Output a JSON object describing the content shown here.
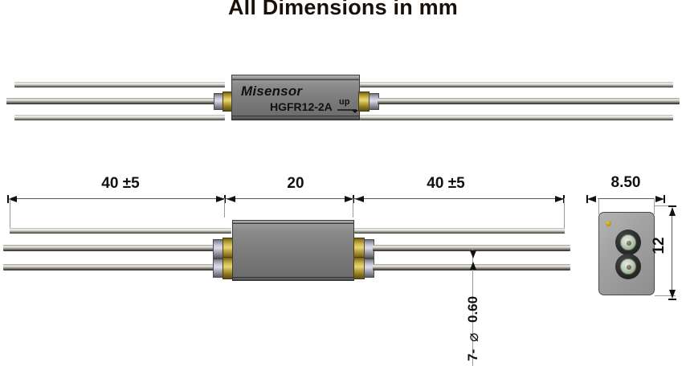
{
  "drawing": {
    "title": "All Dimensions in mm",
    "units": "mm"
  },
  "product": {
    "brand": "Misensor",
    "model": "HGFR12-2A",
    "orientation_marking": "up"
  },
  "views": {
    "isometric": {
      "name": "isometric-view",
      "brand_label": "Misensor",
      "model_label": "HGFR12-2A",
      "up_label": "up"
    },
    "plan": {
      "name": "plan-view"
    },
    "end": {
      "name": "end-view"
    }
  },
  "dimensions": {
    "lead_left": "40 ±5",
    "body_length": "20",
    "lead_right": "40 ±5",
    "end_width": "8.50",
    "end_height": "12",
    "wire_callout": "7- ⌀ 0.60",
    "wire_callout_count": "7-",
    "wire_callout_symbol": "⌀",
    "wire_callout_value": "0.60"
  },
  "colors": {
    "background": "#ffffff",
    "title_text": "#1a1008",
    "body_grey": "#7e7e7e",
    "ferrule_gold": "#d4bf55",
    "collar_grey": "#c9cad6",
    "dimension_line": "#5a5a5a",
    "extension_line": "#9a9a9a",
    "connector_green": "#c3d2be",
    "marker_dot": "#c49a21"
  }
}
